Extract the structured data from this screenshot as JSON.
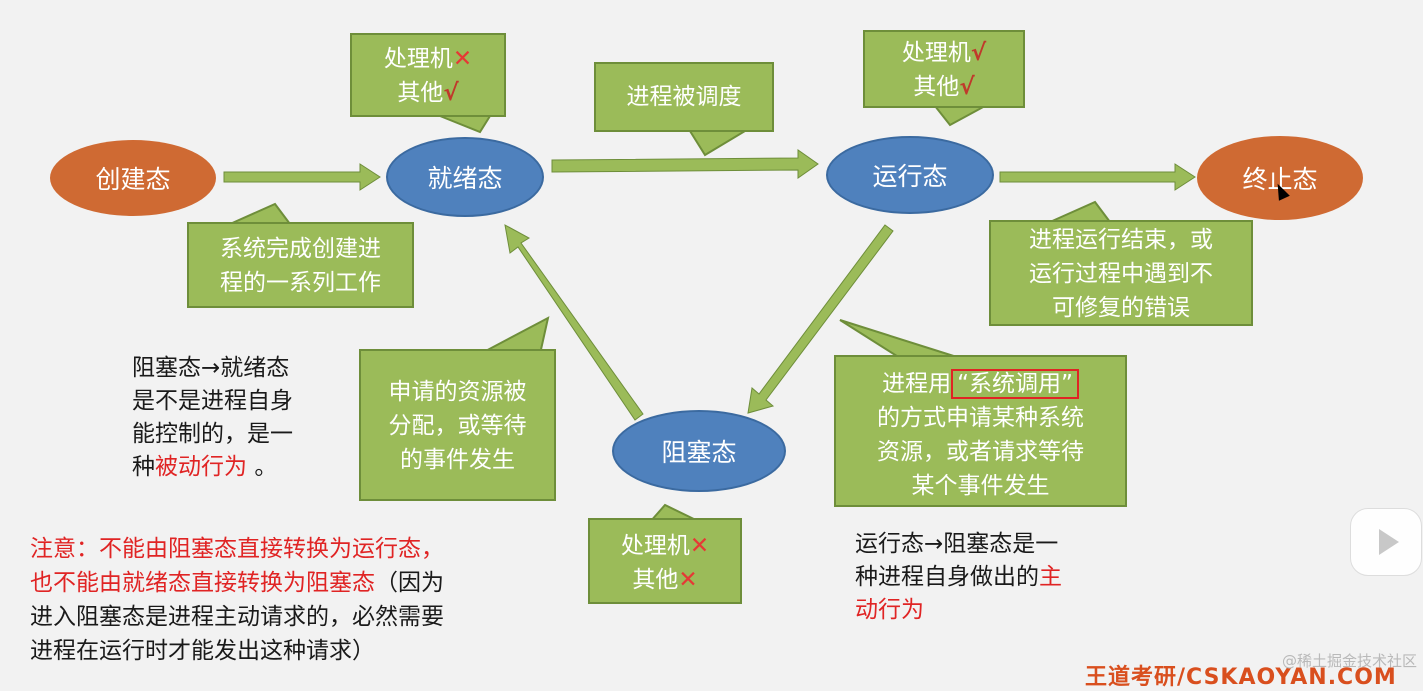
{
  "states": {
    "create": "创建态",
    "ready": "就绪态",
    "running": "运行态",
    "terminated": "终止态",
    "blocked": "阻塞态"
  },
  "callouts": {
    "ready_resources": {
      "line1_label": "处理机",
      "line1_mark": "✕",
      "line2_label": "其他",
      "line2_mark": "√"
    },
    "running_resources": {
      "line1_label": "处理机",
      "line1_mark": "√",
      "line2_label": "其他",
      "line2_mark": "√"
    },
    "blocked_resources": {
      "line1_label": "处理机",
      "line1_mark": "✕",
      "line2_label": "其他",
      "line2_mark": "✕"
    },
    "scheduled": "进程被调度",
    "create_done": [
      "系统完成创建进",
      "程的一系列工作"
    ],
    "run_end": [
      "进程运行结束，或",
      "运行过程中遇到不",
      "可修复的错误"
    ],
    "resource_allocated": [
      "申请的资源被",
      "分配，或等待",
      "的事件发生"
    ],
    "syscall": {
      "prefix": "进程用",
      "highlight": "“系统调用”",
      "rest": [
        "的方式申请某种系统",
        "资源，或者请求等待",
        "某个事件发生"
      ]
    }
  },
  "notes": {
    "blocked_to_ready": {
      "lines": [
        "阻塞态→就绪态",
        "是不是进程自身",
        "能控制的，是一"
      ],
      "last_prefix": "种",
      "last_red": "被动行为",
      "last_suffix": "。"
    },
    "running_to_blocked": {
      "line1": "运行态→阻塞态是一",
      "line2_prefix": "种进程自身做出的",
      "line2_red": "主",
      "line3_red": "动行为"
    },
    "attention": {
      "red1": "注意：不能由阻塞态直接转换为运行态，",
      "red2": "也不能由就绪态直接转换为阻塞态",
      "black2": "（因为",
      "line3": "进入阻塞态是进程主动请求的，必然需要",
      "line4": "进程在运行时才能发出这种请求）"
    }
  },
  "footer": {
    "brand": "王道考研/CSKAOYAN.COM",
    "watermark": "@稀土掘金技术社区"
  },
  "colors": {
    "green": "#9bbb59",
    "blue": "#4f81bd",
    "orange": "#cf6a33",
    "red": "#e02424"
  }
}
